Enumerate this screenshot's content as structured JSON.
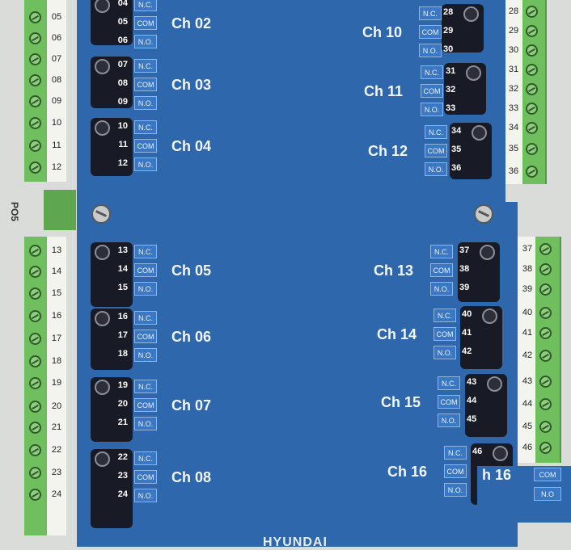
{
  "left_terminal_numbers": [
    "05",
    "06",
    "07",
    "08",
    "09",
    "10",
    "11",
    "12",
    "13",
    "14",
    "15",
    "16",
    "17",
    "18",
    "19",
    "20",
    "21",
    "22",
    "23",
    "24"
  ],
  "right_terminal_numbers": [
    "28",
    "29",
    "30",
    "31",
    "32",
    "33",
    "34",
    "35",
    "36",
    "37",
    "38",
    "39",
    "40",
    "41",
    "42",
    "43",
    "44",
    "45",
    "46"
  ],
  "side_label": "PO5",
  "channels_left": [
    {
      "name": "Ch 02",
      "pins": [
        "04",
        "05",
        "06"
      ]
    },
    {
      "name": "Ch 03",
      "pins": [
        "07",
        "08",
        "09"
      ]
    },
    {
      "name": "Ch 04",
      "pins": [
        "10",
        "11",
        "12"
      ]
    },
    {
      "name": "Ch 05",
      "pins": [
        "13",
        "14",
        "15"
      ]
    },
    {
      "name": "Ch 06",
      "pins": [
        "16",
        "17",
        "18"
      ]
    },
    {
      "name": "Ch 07",
      "pins": [
        "19",
        "20",
        "21"
      ]
    },
    {
      "name": "Ch 08",
      "pins": [
        "22",
        "23",
        "24"
      ]
    }
  ],
  "channels_right": [
    {
      "name": "Ch 10",
      "pins": [
        "28",
        "29",
        "30"
      ]
    },
    {
      "name": "Ch 11",
      "pins": [
        "31",
        "32",
        "33"
      ]
    },
    {
      "name": "Ch 12",
      "pins": [
        "34",
        "35",
        "36"
      ]
    },
    {
      "name": "Ch 13",
      "pins": [
        "37",
        "38",
        "39"
      ]
    },
    {
      "name": "Ch 14",
      "pins": [
        "40",
        "41",
        "42"
      ]
    },
    {
      "name": "Ch 15",
      "pins": [
        "43",
        "44",
        "45"
      ]
    },
    {
      "name": "Ch 16",
      "pins": [
        "46",
        "",
        ""
      ]
    }
  ],
  "contact_labels": [
    "N.C.",
    "COM",
    "N.O."
  ],
  "overlay_channel": "h 16",
  "brand": "HYUNDAI",
  "colors": {
    "panel": "#2f67ad",
    "terminal_green": "#6fbf5f",
    "black_block": "#181a26"
  }
}
